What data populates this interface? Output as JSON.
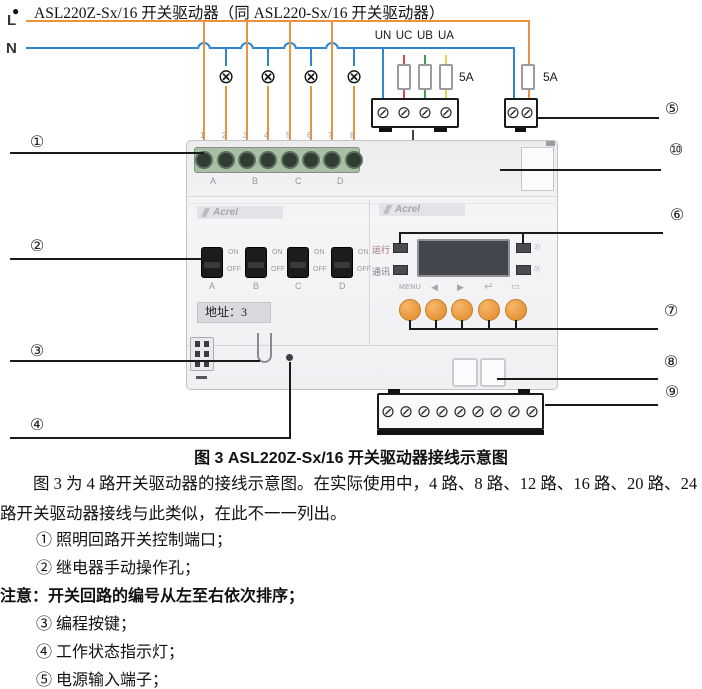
{
  "header": {
    "bullet": "●",
    "title": "ASL220Z-Sx/16 开关驱动器（同 ASL220-Sx/16 开关驱动器）"
  },
  "diagram": {
    "line_labels": {
      "live": "L",
      "neutral": "N"
    },
    "power_input": {
      "labels": [
        "UN",
        "UC",
        "UB",
        "UA"
      ],
      "fuse_rating": "5A",
      "fuse_rating_right": "5A"
    },
    "lamp_glyph": "⊗",
    "screw_glyph": "⊘",
    "device": {
      "brand": "Acrel",
      "terminal_numbers": [
        "1",
        "2",
        "3",
        "4",
        "5",
        "6",
        "7",
        "8"
      ],
      "group_labels": [
        "A",
        "B",
        "C",
        "D"
      ],
      "switch_labels": [
        "A",
        "B",
        "C",
        "D"
      ],
      "on": "ON",
      "off": "OFF",
      "address": "地址：3",
      "run_led": "运行",
      "comm_led": "通讯",
      "right_led_1": "3)",
      "right_led_2": "0(",
      "buttons": {
        "menu": "MENU",
        "left": "◀",
        "right": "▶",
        "enter": "↵",
        "esc": "▭"
      }
    },
    "callouts": {
      "c1": "①",
      "c2": "②",
      "c3": "③",
      "c4": "④",
      "c5": "⑤",
      "c6": "⑥",
      "c7": "⑦",
      "c8": "⑧",
      "c9": "⑨",
      "c10": "⑩"
    }
  },
  "caption": "图 3   ASL220Z-Sx/16 开关驱动器接线示意图",
  "paragraph": "图 3 为 4 路开关驱动器的接线示意图。在实际使用中，4 路、8 路、12 路、16 路、20 路、24 路开关驱动器接线与此类似，在此不一一列出。",
  "notes": {
    "item1": "① 照明回路开关控制端口；",
    "item2": "② 继电器手动操作孔；",
    "warning": "注意：开关回路的编号从左至右依次排序；",
    "item3": "③ 编程按键；",
    "item4": "④ 工作状态指示灯；",
    "item5": "⑤ 电源输入端子；"
  },
  "colors": {
    "live": "#E8933E",
    "neutral": "#2F87D2",
    "uc_wire": "#D84743",
    "ub_wire": "#3FA04A",
    "ua_wire": "#E2D64C",
    "button": "#EFA04A"
  }
}
